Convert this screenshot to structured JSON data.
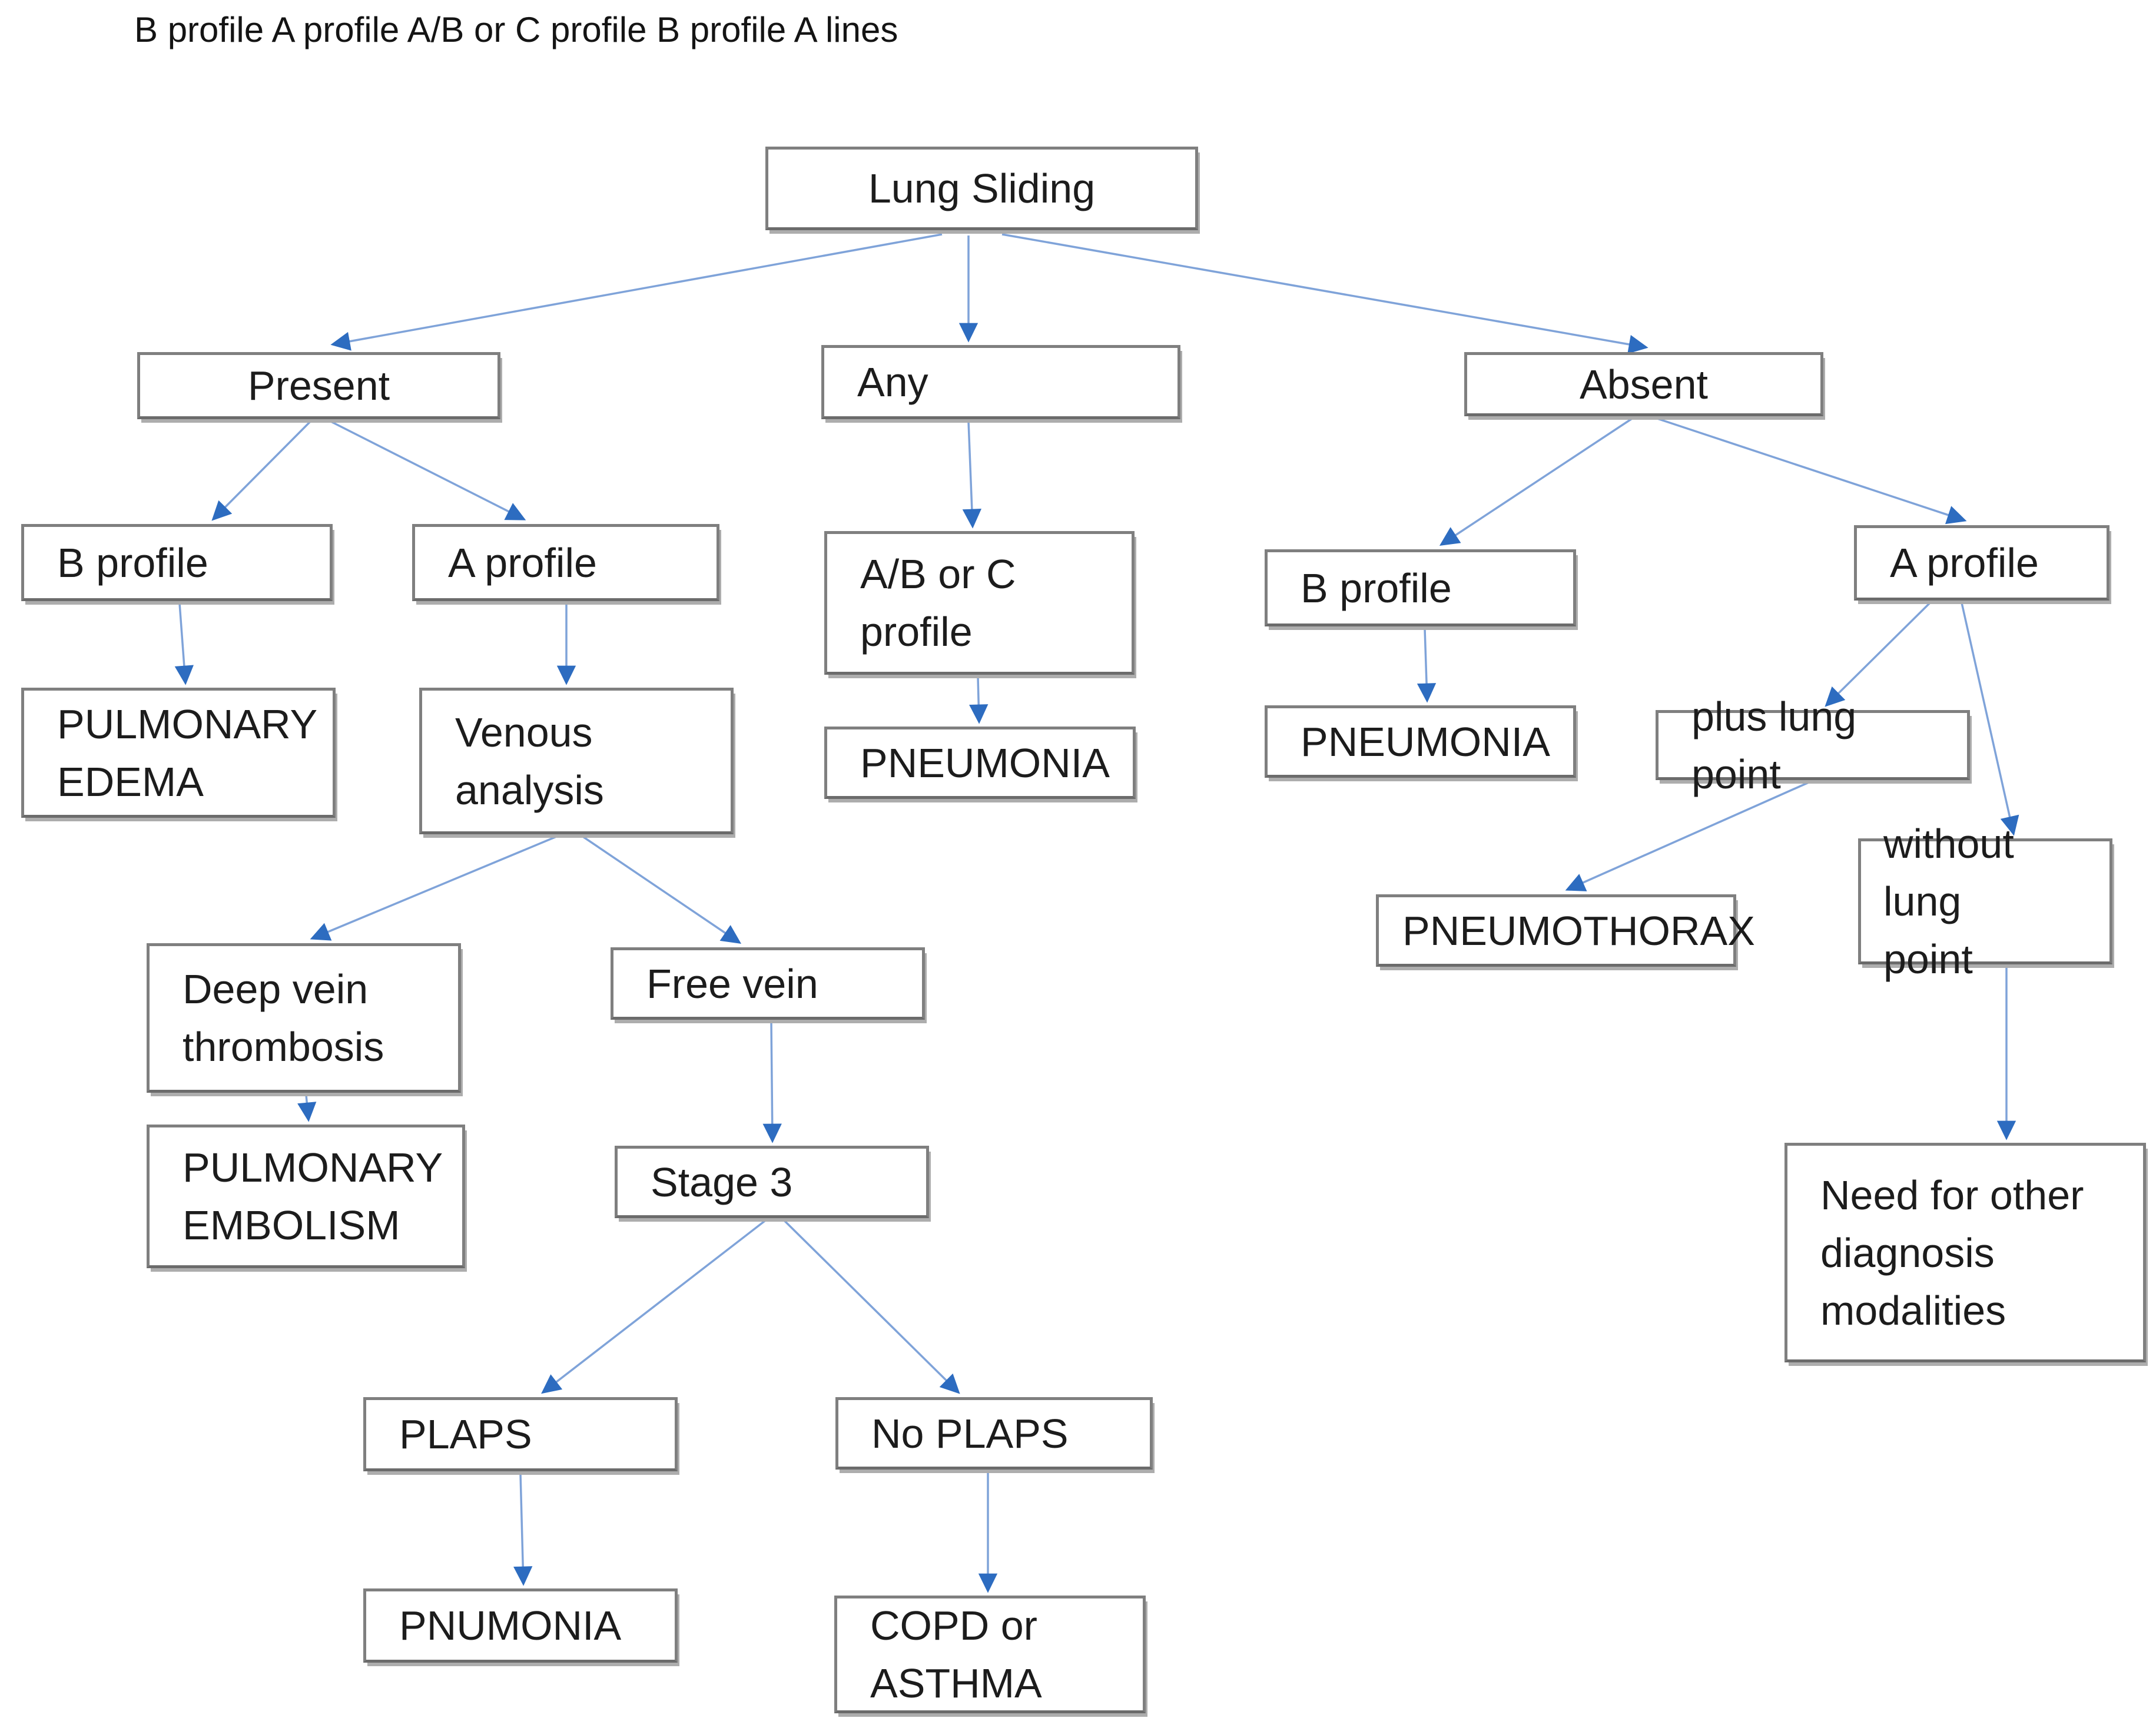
{
  "caption": "B profile A profile A/B or C profile B profile A lines",
  "colors": {
    "connector": "#7fa3d9",
    "arrowhead": "#2d6cc0",
    "box_border": "#7f7f7f",
    "box_shadow": "#adadad",
    "text": "#1c1c1c",
    "background": "#ffffff"
  },
  "diagram": {
    "nodes": {
      "lung_sliding": {
        "label": "Lung Sliding"
      },
      "present": {
        "label": "Present"
      },
      "any": {
        "label": "Any"
      },
      "absent": {
        "label": "Absent"
      },
      "b_profile_left": {
        "label": "B profile"
      },
      "a_profile_left": {
        "label": "A profile"
      },
      "pulmonary_edema": {
        "label": "PULMONARY\nEDEMA"
      },
      "venous_analysis": {
        "label": "Venous\nanalysis"
      },
      "ab_c_profile": {
        "label": "A/B or C\nprofile"
      },
      "pneumonia_any": {
        "label": "PNEUMONIA"
      },
      "b_profile_right": {
        "label": "B profile"
      },
      "a_profile_right": {
        "label": "A profile"
      },
      "pneumonia_right": {
        "label": "PNEUMONIA"
      },
      "plus_lung_point": {
        "label": "plus lung point"
      },
      "without_lung_point": {
        "label": "without lung\npoint"
      },
      "pneumothorax": {
        "label": "PNEUMOTHORAX"
      },
      "need_other": {
        "label": "Need for other\ndiagnosis\nmodalities"
      },
      "deep_vein_thrombosis": {
        "label": "Deep vein\nthrombosis"
      },
      "free_vein": {
        "label": "Free vein"
      },
      "pulmonary_embolism": {
        "label": "PULMONARY\nEMBOLISM"
      },
      "stage_3": {
        "label": "Stage 3"
      },
      "plaps": {
        "label": "PLAPS"
      },
      "no_plaps": {
        "label": "No PLAPS"
      },
      "pnumonia": {
        "label": "PNUMONIA"
      },
      "copd_asthma": {
        "label": "COPD or\nASTHMA"
      }
    },
    "edges": [
      {
        "from": "lung_sliding",
        "to": "present"
      },
      {
        "from": "lung_sliding",
        "to": "any"
      },
      {
        "from": "lung_sliding",
        "to": "absent"
      },
      {
        "from": "present",
        "to": "b_profile_left"
      },
      {
        "from": "present",
        "to": "a_profile_left"
      },
      {
        "from": "b_profile_left",
        "to": "pulmonary_edema"
      },
      {
        "from": "a_profile_left",
        "to": "venous_analysis"
      },
      {
        "from": "any",
        "to": "ab_c_profile"
      },
      {
        "from": "ab_c_profile",
        "to": "pneumonia_any"
      },
      {
        "from": "absent",
        "to": "b_profile_right"
      },
      {
        "from": "absent",
        "to": "a_profile_right"
      },
      {
        "from": "b_profile_right",
        "to": "pneumonia_right"
      },
      {
        "from": "a_profile_right",
        "to": "plus_lung_point"
      },
      {
        "from": "a_profile_right",
        "to": "without_lung_point"
      },
      {
        "from": "plus_lung_point",
        "to": "pneumothorax"
      },
      {
        "from": "without_lung_point",
        "to": "need_other"
      },
      {
        "from": "venous_analysis",
        "to": "deep_vein_thrombosis"
      },
      {
        "from": "venous_analysis",
        "to": "free_vein"
      },
      {
        "from": "deep_vein_thrombosis",
        "to": "pulmonary_embolism"
      },
      {
        "from": "free_vein",
        "to": "stage_3"
      },
      {
        "from": "stage_3",
        "to": "plaps"
      },
      {
        "from": "stage_3",
        "to": "no_plaps"
      },
      {
        "from": "plaps",
        "to": "pnumonia"
      },
      {
        "from": "no_plaps",
        "to": "copd_asthma"
      }
    ]
  }
}
